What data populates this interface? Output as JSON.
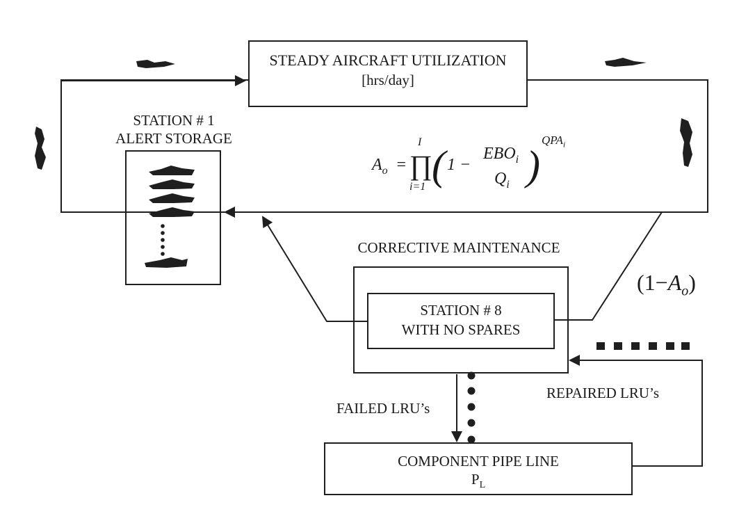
{
  "steady_box": {
    "title": "STEADY AIRCRAFT UTILIZATION",
    "units": "[hrs/day]"
  },
  "station1": {
    "title": "STATION # 1",
    "subtitle": "ALERT STORAGE"
  },
  "corrective": {
    "label": "CORRECTIVE MAINTENANCE"
  },
  "station8": {
    "title": "STATION # 8",
    "subtitle": "WITH NO SPARES"
  },
  "pipeline": {
    "title": "COMPONENT PIPE LINE",
    "symbol": "P",
    "symbol_sub": "L"
  },
  "failed_label": "FAILED LRU’s",
  "repaired_label": "REPAIRED LRU’s",
  "equation": {
    "lhs": "A",
    "lhs_sub": "o",
    "product_upper": "I",
    "product_lower": "i=1",
    "one": "1 −",
    "numerator": "EBO",
    "numerator_sub": "i",
    "denominator": "Q",
    "denominator_sub": "i",
    "exponent": "QPA",
    "exponent_sub": "i"
  },
  "unavailability": {
    "open": "(1−",
    "symbol": "A",
    "sub": "o",
    "close": ")"
  },
  "colors": {
    "ink": "#1f1f1f",
    "background": "#ffffff"
  }
}
